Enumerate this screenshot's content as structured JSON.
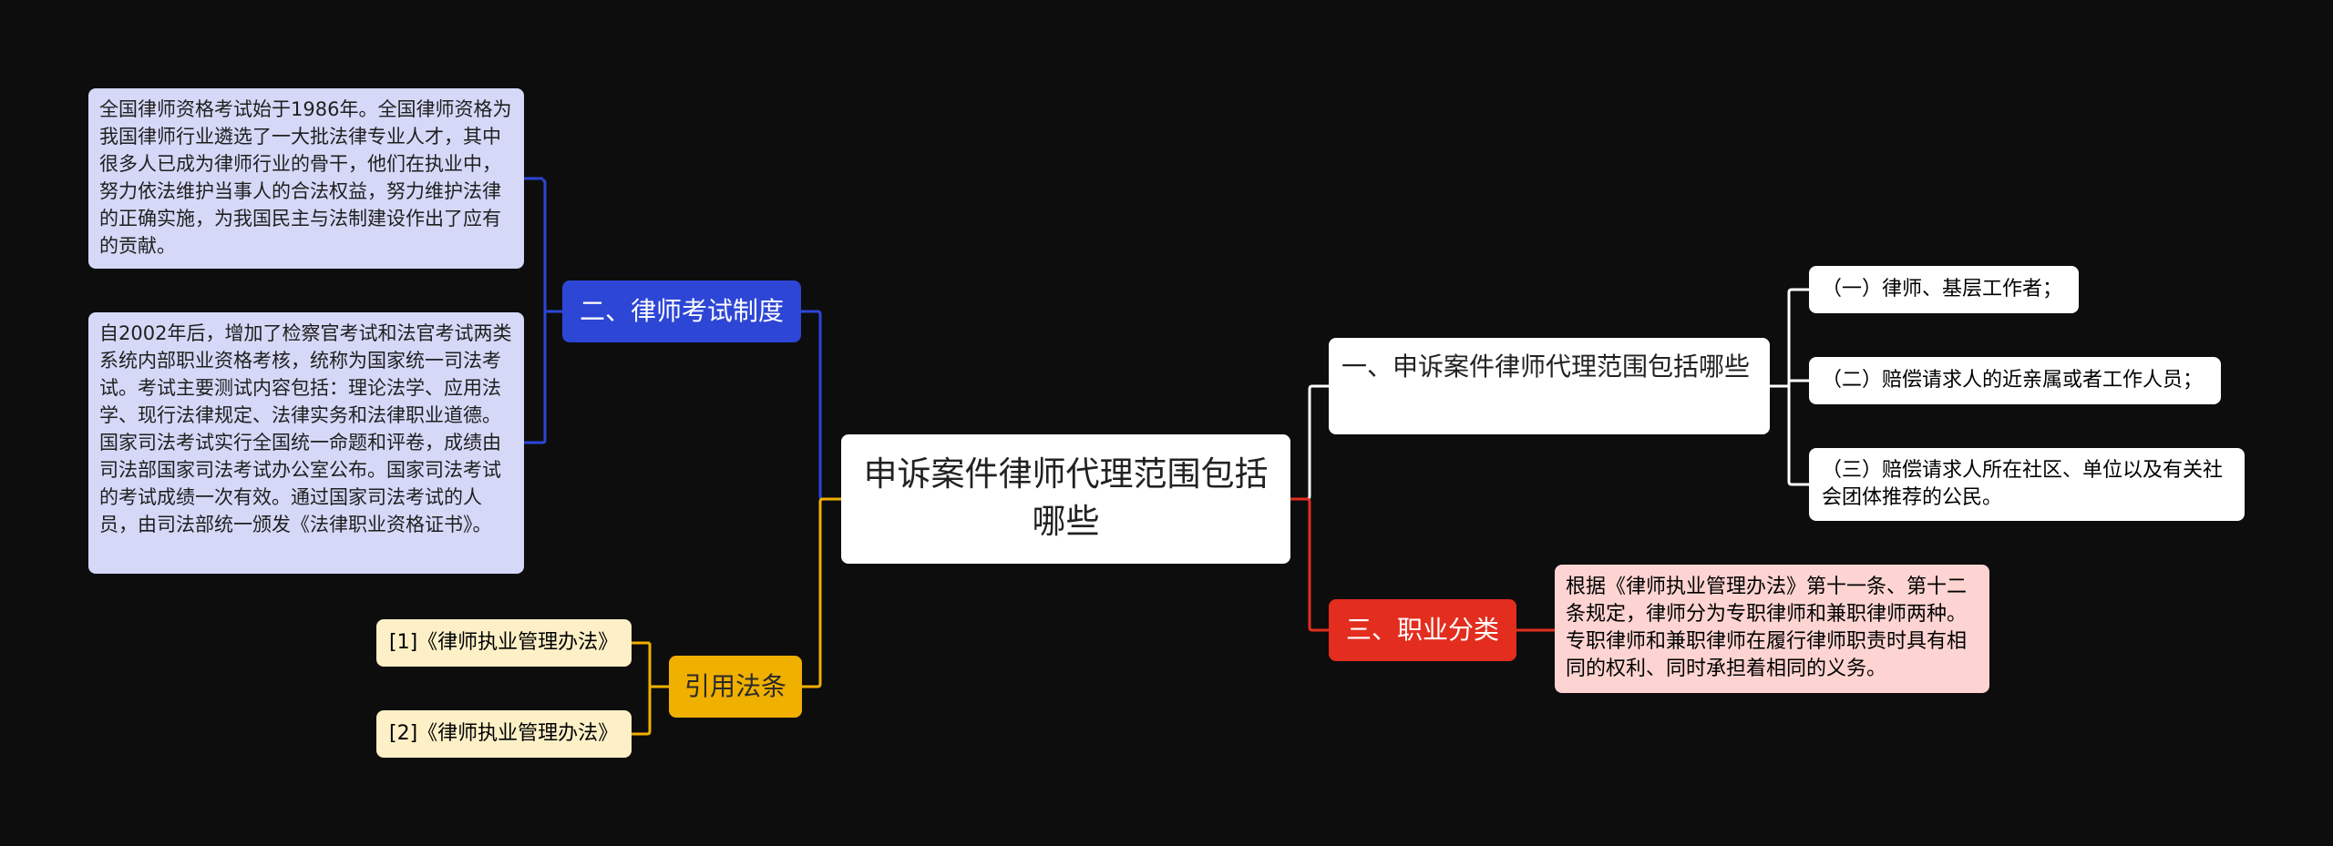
{
  "colors": {
    "background": "#0d0d0d",
    "blue": "#2d46d6",
    "yellow": "#f0b000",
    "red": "#e32d1f",
    "white_branch_line": "#ffffff"
  },
  "root": {
    "text": "申诉案件律师代理范围包括哪些"
  },
  "branches": {
    "exam_system": {
      "label": "二、律师考试制度",
      "notes": [
        "全国律师资格考试始于1986年。全国律师资格为我国律师行业遴选了一大批法律专业人才，其中很多人已成为律师行业的骨干，他们在执业中，努力依法维护当事人的合法权益，努力维护法律的正确实施，为我国民主与法制建设作出了应有的贡献。",
        "自2002年后，增加了检察官考试和法官考试两类系统内部职业资格考核，统称为国家统一司法考试。考试主要测试内容包括：理论法学、应用法学、现行法律规定、法律实务和法律职业道德。国家司法考试实行全国统一命题和评卷，成绩由司法部国家司法考试办公室公布。国家司法考试的考试成绩一次有效。通过国家司法考试的人员，由司法部统一颁发《法律职业资格证书》。"
      ]
    },
    "citations": {
      "label": "引用法条",
      "items": [
        "[1]《律师执业管理办法》",
        "[2]《律师执业管理办法》"
      ]
    },
    "scope": {
      "label": "一、申诉案件律师代理范围包括哪些",
      "items": [
        "（一）律师、基层工作者；",
        "（二）赔偿请求人的近亲属或者工作人员；",
        "（三）赔偿请求人所在社区、单位以及有关社会团体推荐的公民。"
      ]
    },
    "classification": {
      "label": "三、职业分类",
      "note": "根据《律师执业管理办法》第十一条、第十二条规定，律师分为专职律师和兼职律师两种。专职律师和兼职律师在履行律师职责时具有相同的权利、同时承担着相同的义务。"
    }
  }
}
